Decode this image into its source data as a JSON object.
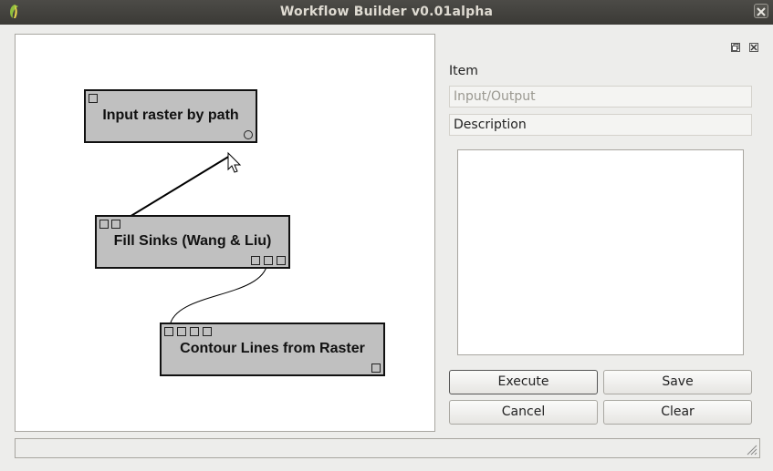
{
  "window": {
    "title": "Workflow Builder v0.01alpha"
  },
  "canvas": {
    "nodes": [
      {
        "label": "Input raster by path"
      },
      {
        "label": "Fill Sinks (Wang & Liu)"
      },
      {
        "label": "Contour Lines from Raster"
      }
    ]
  },
  "panel": {
    "item_heading": "Item",
    "item_value": "Input/Output",
    "description_heading": "Description",
    "description_text": ""
  },
  "buttons": {
    "execute": "Execute",
    "save": "Save",
    "cancel": "Cancel",
    "clear": "Clear"
  },
  "status": {
    "text": ""
  },
  "colors": {
    "titlebar": "#3f3e3a",
    "node_fill": "#c0c0c0",
    "canvas_bg": "#ffffff"
  }
}
